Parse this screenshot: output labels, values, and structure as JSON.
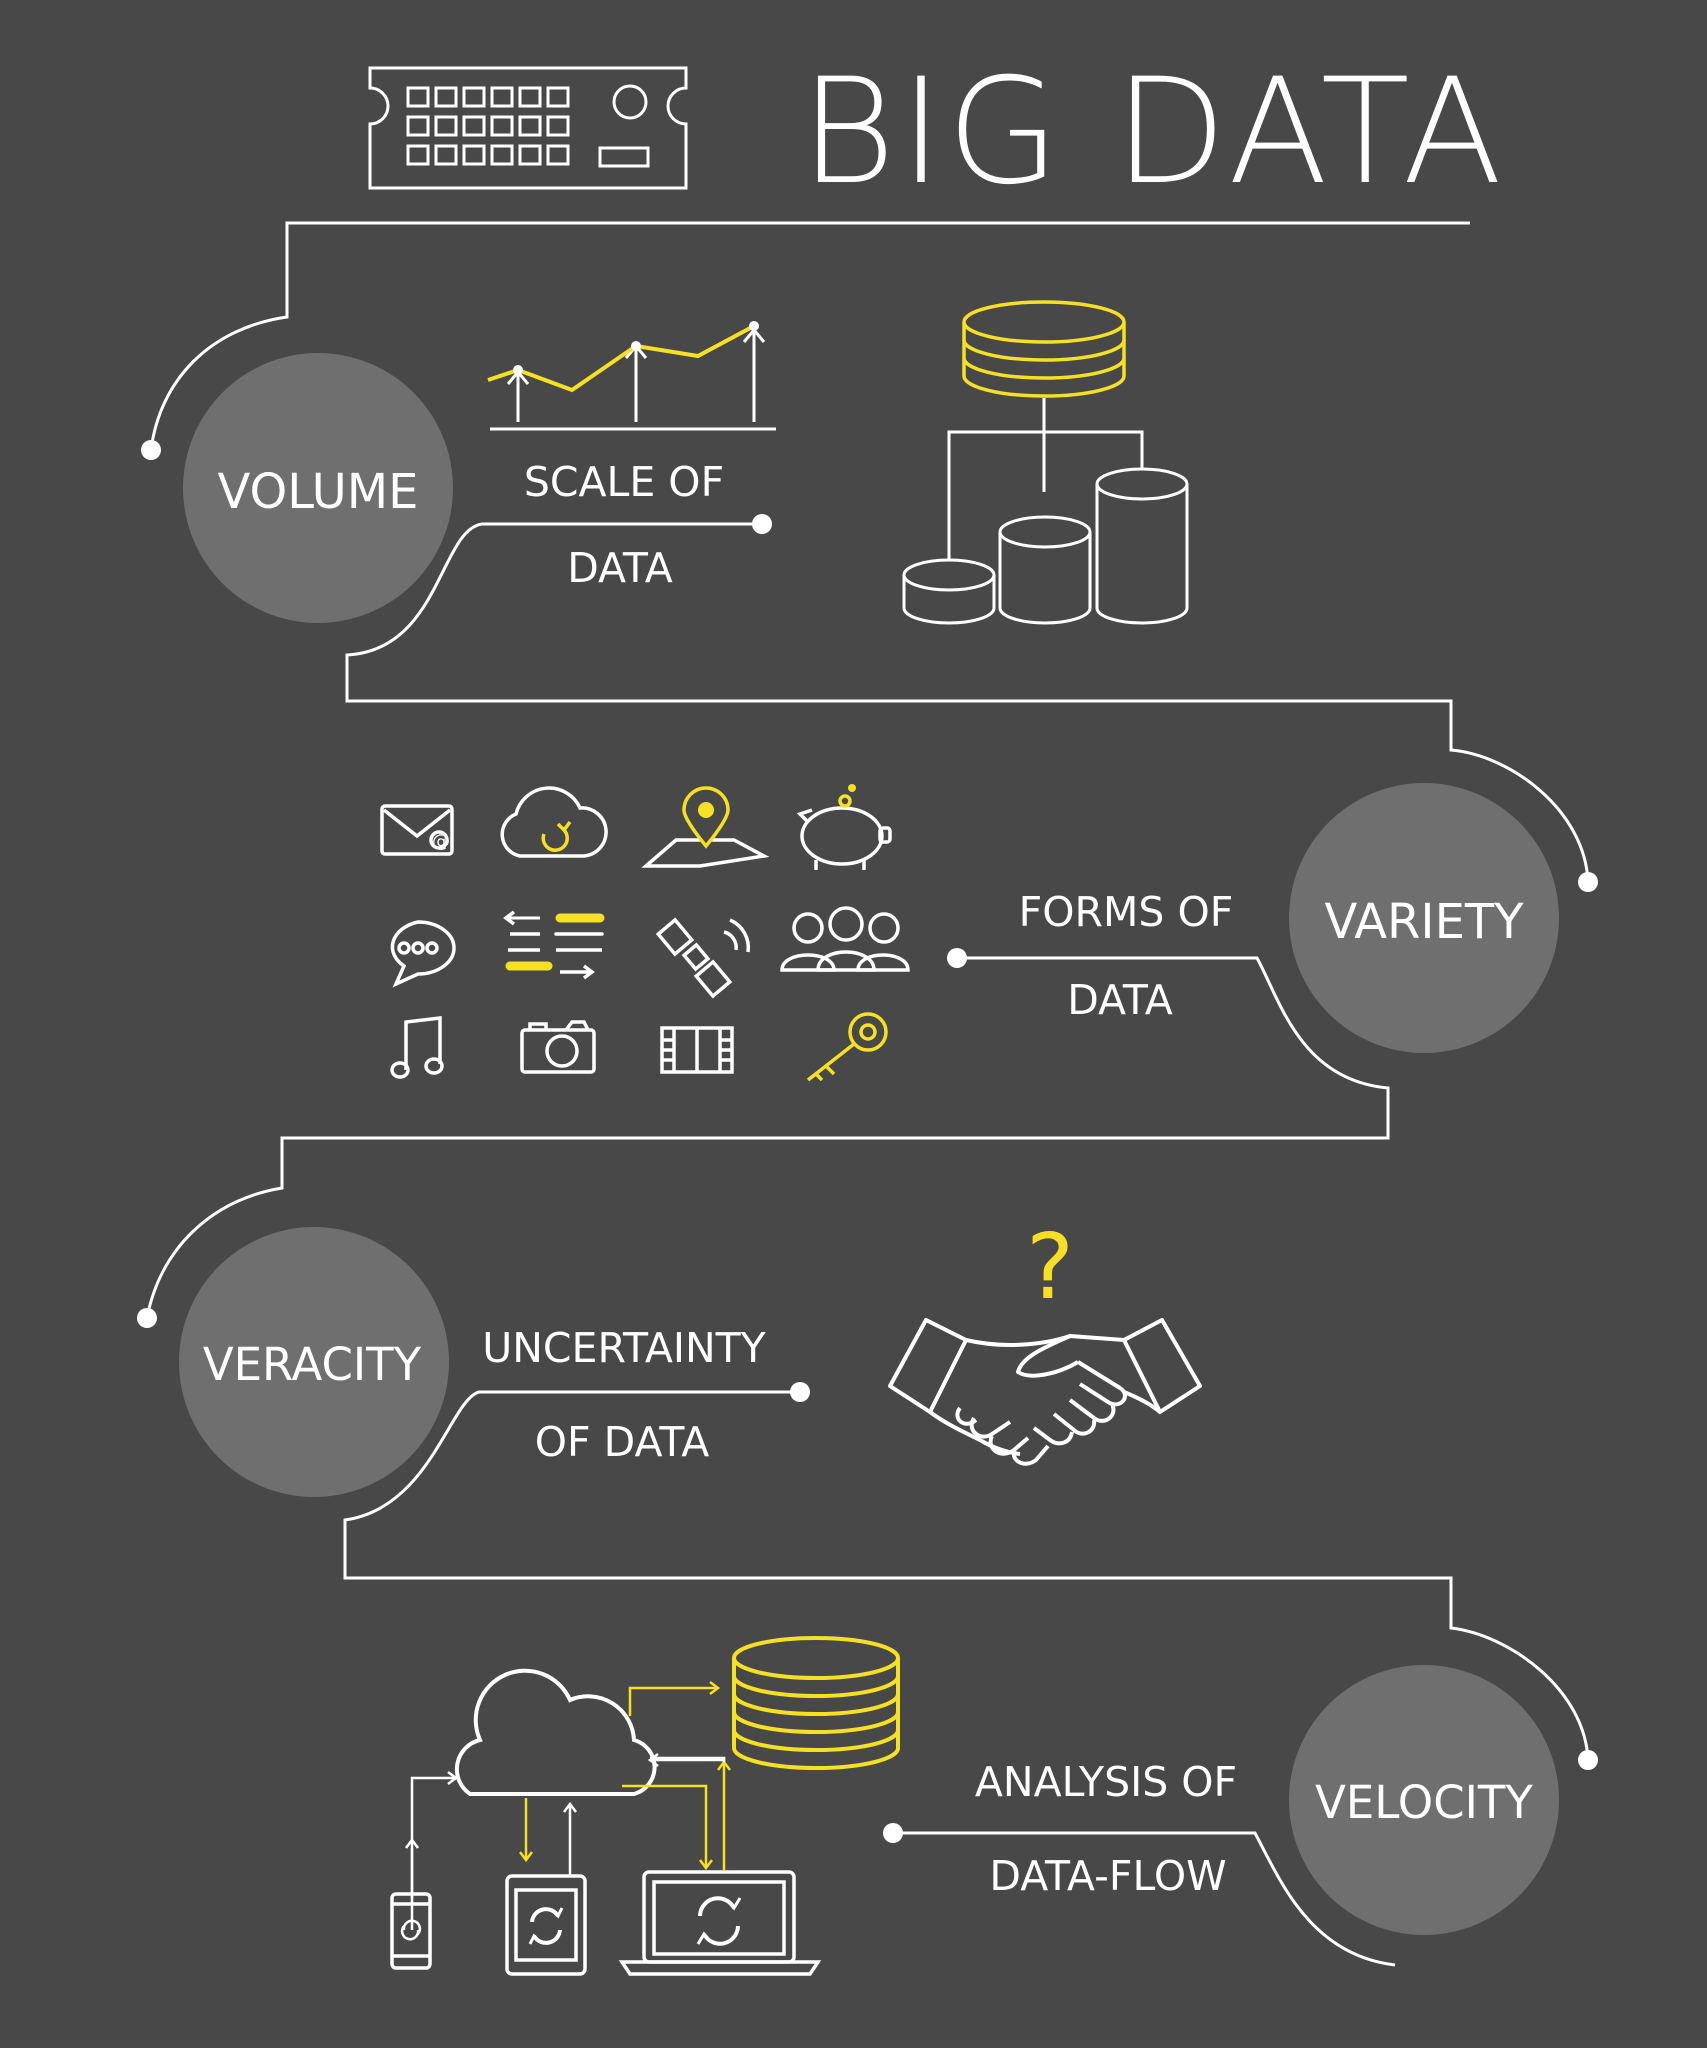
{
  "title": "BIG DATA",
  "colors": {
    "background": "#484848",
    "line": "#ffffff",
    "accent": "#f5e024",
    "circle": "#6f6f6f"
  },
  "sections": [
    {
      "id": "volume",
      "name": "VOLUME",
      "line1": "SCALE OF",
      "line2": "DATA",
      "icons": [
        "line-chart-icon",
        "database-hierarchy-icon"
      ]
    },
    {
      "id": "variety",
      "name": "VARIETY",
      "line1": "FORMS OF",
      "line2": "DATA",
      "icons": [
        "email-icon",
        "cloud-sync-icon",
        "map-pin-icon",
        "piggy-bank-icon",
        "chat-bubble-icon",
        "transfer-list-icon",
        "satellite-icon",
        "people-group-icon",
        "music-note-icon",
        "camera-icon",
        "film-strip-icon",
        "key-icon"
      ]
    },
    {
      "id": "veracity",
      "name": "VERACITY",
      "line1": "UNCERTAINTY",
      "line2": "OF DATA",
      "icons": [
        "question-mark-icon",
        "handshake-icon"
      ]
    },
    {
      "id": "velocity",
      "name": "VELOCITY",
      "line1": "ANALYSIS OF",
      "line2": "DATA-FLOW",
      "icons": [
        "cloud-icon",
        "database-stack-icon",
        "phone-sync-icon",
        "tablet-sync-icon",
        "laptop-sync-icon"
      ]
    }
  ]
}
